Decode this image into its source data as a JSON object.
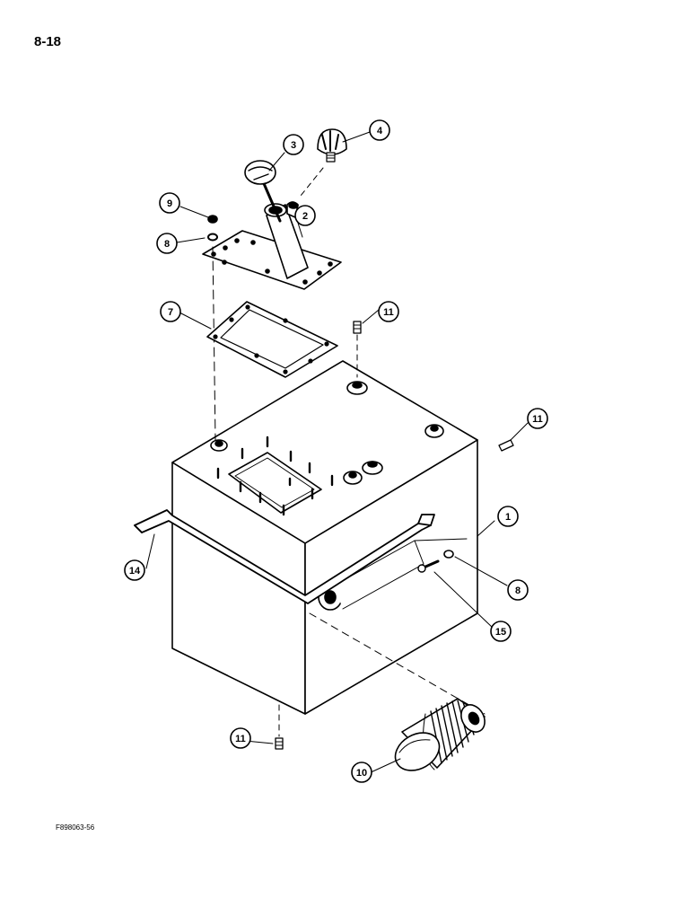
{
  "page": {
    "number": "8-18",
    "figure_code": "F898063-56"
  },
  "callouts": {
    "reservoir": "1",
    "filler_neck_plate": "2",
    "dipstick_cap": "3",
    "breather": "4",
    "cover_gasket": "7",
    "washer_top": "8",
    "nut": "9",
    "filter_element": "10",
    "plug_top": "11",
    "plug_side": "11",
    "plug_bottom": "11",
    "strap": "14",
    "washer_strap": "8",
    "bolt": "15"
  }
}
